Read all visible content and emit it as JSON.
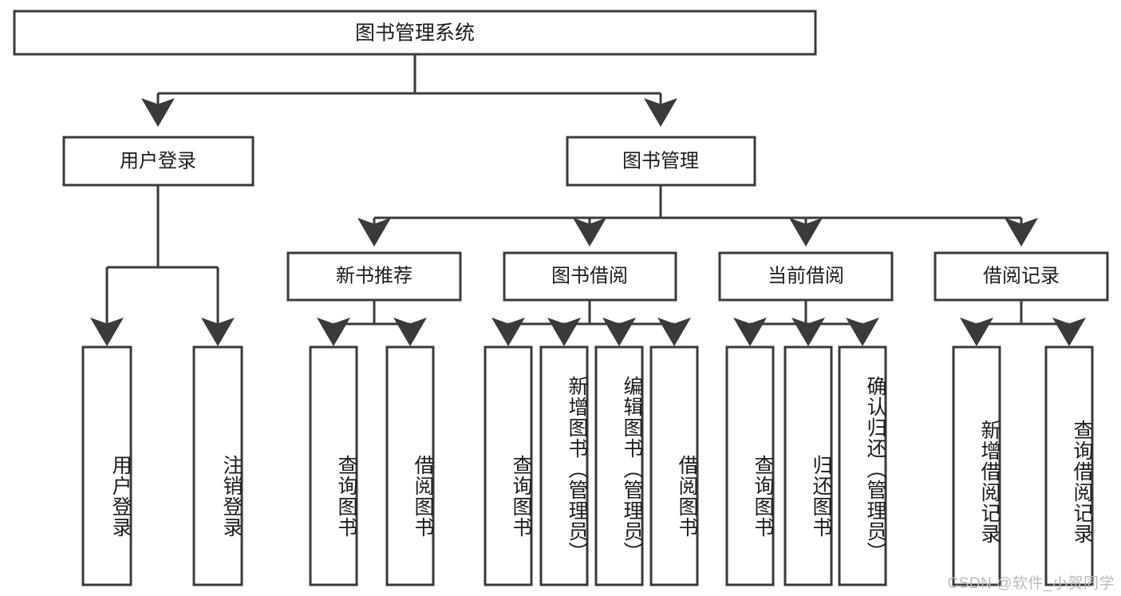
{
  "diagram": {
    "title": "图书管理系统",
    "type": "hierarchy-tree",
    "root": {
      "label": "图书管理系统"
    },
    "level2": [
      {
        "label": "用户登录"
      },
      {
        "label": "图书管理"
      }
    ],
    "level3": [
      {
        "label": "新书推荐"
      },
      {
        "label": "图书借阅"
      },
      {
        "label": "当前借阅"
      },
      {
        "label": "借阅记录"
      }
    ],
    "leaves": {
      "user_login": [
        {
          "label": "用户登录"
        },
        {
          "label": "注销登录"
        }
      ],
      "new_book_recommend": [
        {
          "label": "查询图书"
        },
        {
          "label": "借阅图书"
        }
      ],
      "book_borrow": [
        {
          "label": "查询图书"
        },
        {
          "label": "新增图书（管理员）"
        },
        {
          "label": "编辑图书（管理员）"
        },
        {
          "label": "借阅图书"
        }
      ],
      "current_borrow": [
        {
          "label": "查询图书"
        },
        {
          "label": "归还图书"
        },
        {
          "label": "确认归还（管理员）"
        }
      ],
      "borrow_record": [
        {
          "label": "新增借阅记录"
        },
        {
          "label": "查询借阅记录"
        }
      ]
    }
  },
  "watermark": {
    "text": "CSDN @软件_小贺同学"
  },
  "colors": {
    "stroke": "#3a3a3a",
    "fill": "#ffffff",
    "text": "#1b1b1b",
    "watermark": "#b9b9b9"
  }
}
